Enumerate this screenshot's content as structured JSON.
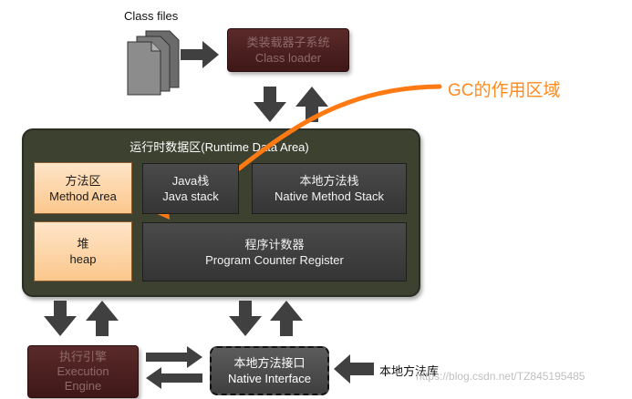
{
  "class_files_label": "Class files",
  "class_loader": {
    "line1": "类装载器子系统",
    "line2": "Class loader"
  },
  "gc_label": "GC的作用区域",
  "runtime_area": {
    "title": "运行时数据区(Runtime Data Area)",
    "method_area": {
      "line1": "方法区",
      "line2": "Method Area"
    },
    "java_stack": {
      "line1": "Java栈",
      "line2": "Java stack"
    },
    "native_method_stack": {
      "line1": "本地方法栈",
      "line2": "Native Method Stack"
    },
    "heap": {
      "line1": "堆",
      "line2": "heap"
    },
    "program_counter": {
      "line1": "程序计数器",
      "line2": "Program Counter Register"
    }
  },
  "execution_engine": {
    "line1": "执行引擎",
    "line2": "Execution",
    "line3": "Engine"
  },
  "native_interface": {
    "line1": "本地方法接口",
    "line2": "Native Interface"
  },
  "native_library_label": "本地方法库",
  "watermark": "https://blog.csdn.net/TZ845195485",
  "colors": {
    "gc_arrow": "#ff7a12",
    "runtime_bg": "#3c4130",
    "arrow": "#404040"
  }
}
